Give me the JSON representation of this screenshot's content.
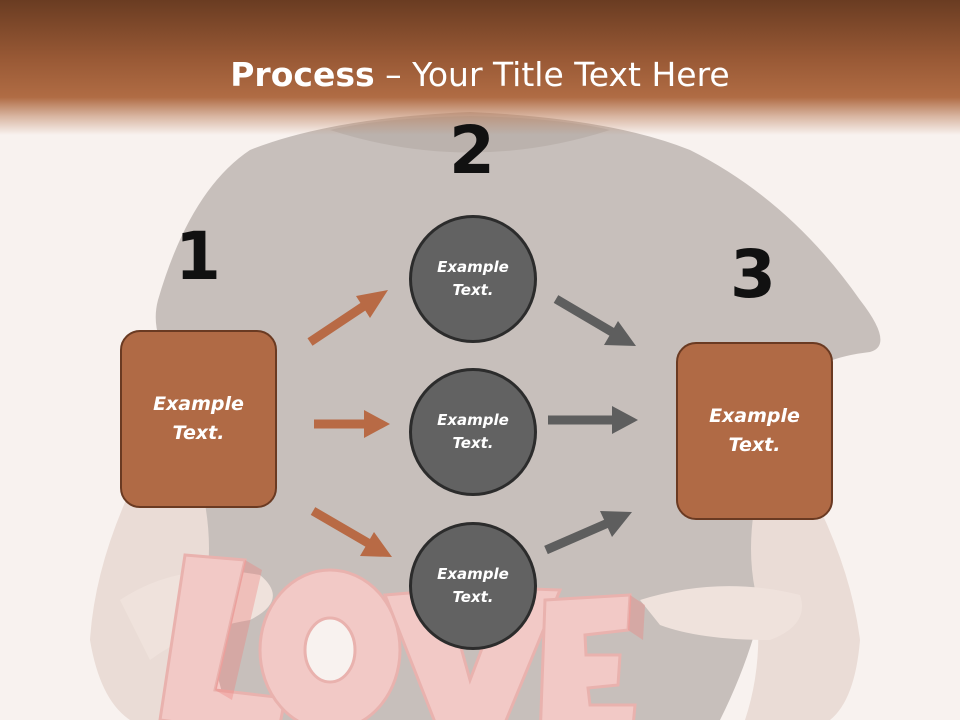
{
  "title": {
    "bold": "Process",
    "rest": " – Your Title Text Here"
  },
  "steps": [
    {
      "number": "1"
    },
    {
      "number": "2"
    },
    {
      "number": "3"
    }
  ],
  "left_box": {
    "text": "Example\nText."
  },
  "right_box": {
    "text": "Example\nText."
  },
  "circles": [
    {
      "text": "Example\nText."
    },
    {
      "text": "Example\nText."
    },
    {
      "text": "Example\nText."
    }
  ],
  "colors": {
    "header": "#9a5a36",
    "box_fill": "#b06a45",
    "box_border": "#6a3a22",
    "circle_fill": "#626262",
    "circle_border": "#2c2c2c",
    "arrow_orange": "#b86a45",
    "arrow_gray": "#5e5e5e"
  }
}
